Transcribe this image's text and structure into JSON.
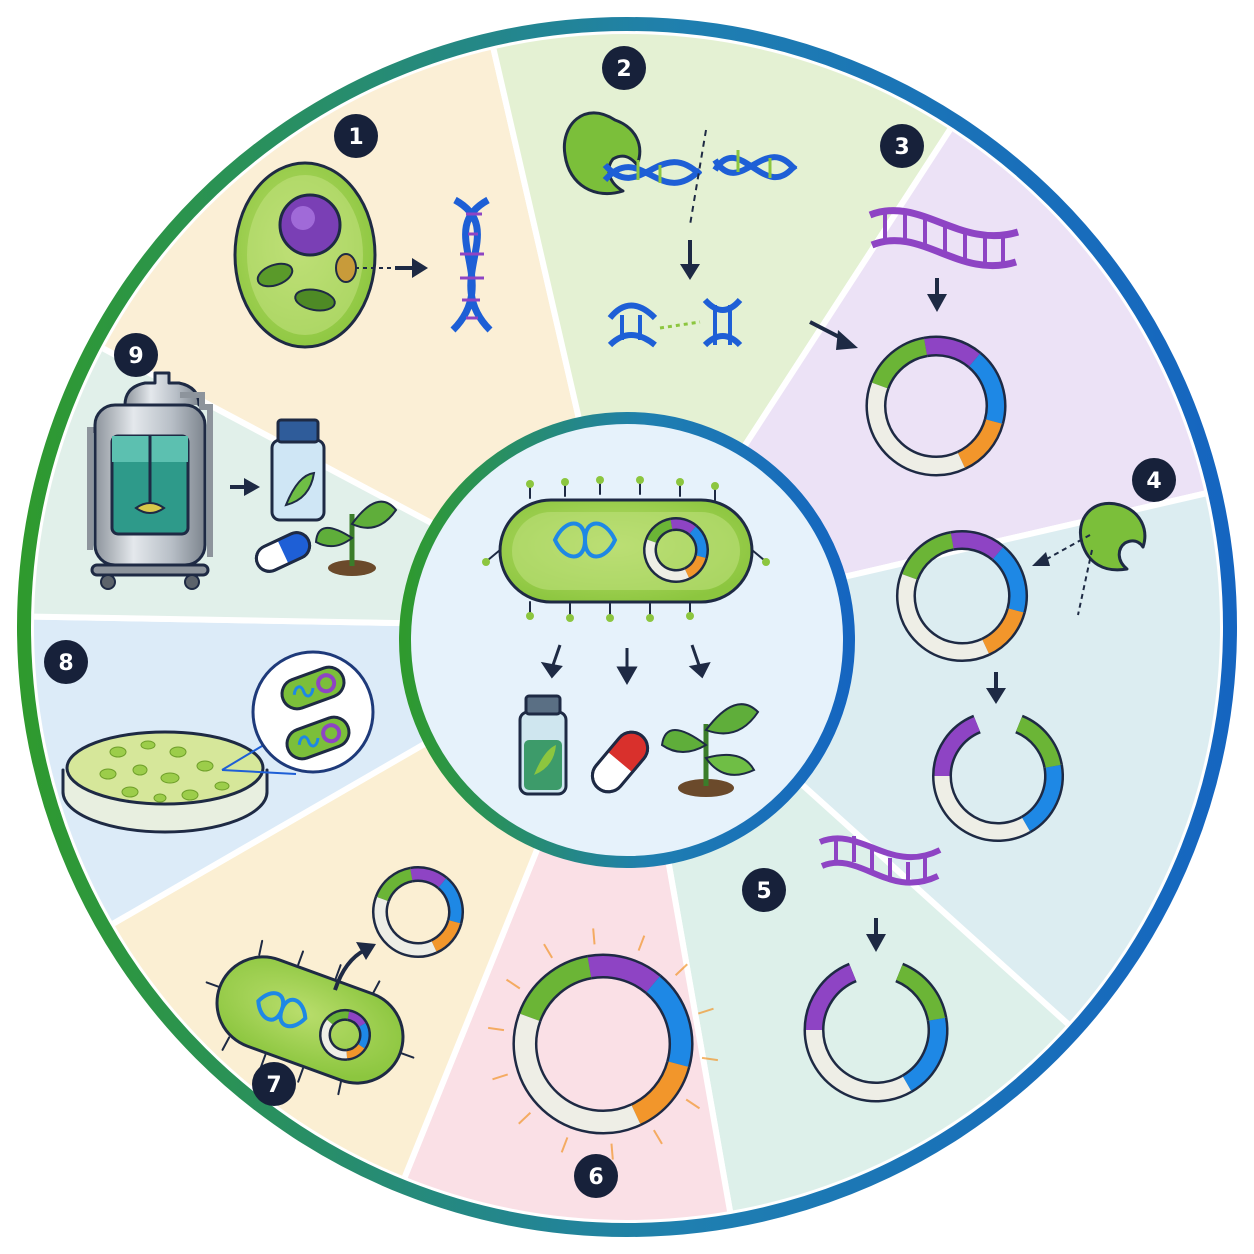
{
  "colors": {
    "ring_green": "#2f9a2e",
    "ring_blue": "#1565c0",
    "badge": "#17213a",
    "plasmid_green": "#6bb536",
    "plasmid_purple": "#8e44c4",
    "plasmid_blue": "#1e88e5",
    "plasmid_orange": "#f2962b",
    "plasmid_white": "#eeeee6"
  },
  "steps": [
    {
      "number": "1",
      "icon": "plant-cell-to-dna-icon"
    },
    {
      "number": "2",
      "icon": "restriction-enzyme-cut-dna-icon"
    },
    {
      "number": "3",
      "icon": "gene-insert-to-plasmid-icon"
    },
    {
      "number": "4",
      "icon": "enzyme-opens-plasmid-icon"
    },
    {
      "number": "5",
      "icon": "gene-ligation-icon"
    },
    {
      "number": "6",
      "icon": "recombinant-plasmid-icon"
    },
    {
      "number": "7",
      "icon": "bacterium-transformation-icon"
    },
    {
      "number": "8",
      "icon": "petri-dish-colonies-icon"
    },
    {
      "number": "9",
      "icon": "bioreactor-products-icon"
    }
  ],
  "center": {
    "icon": "recombinant-bacterium-products-icon"
  }
}
